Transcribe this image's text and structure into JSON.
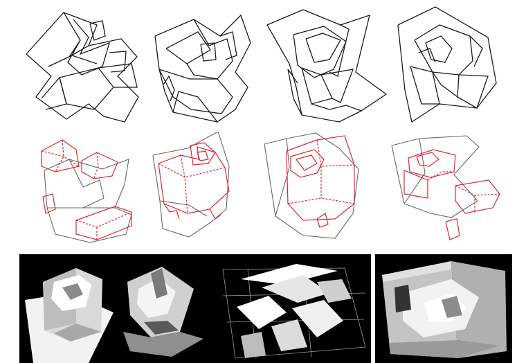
{
  "sheet": {
    "rows": [
      {
        "kind": "line-drawing",
        "stroke": "#1a1a1a",
        "count": 4
      },
      {
        "kind": "line-drawing",
        "stroke": "#e0262b",
        "secondary_stroke": "#666666",
        "count": 4
      },
      {
        "kind": "model-photograph",
        "background": "#000000",
        "count": 4
      }
    ]
  }
}
